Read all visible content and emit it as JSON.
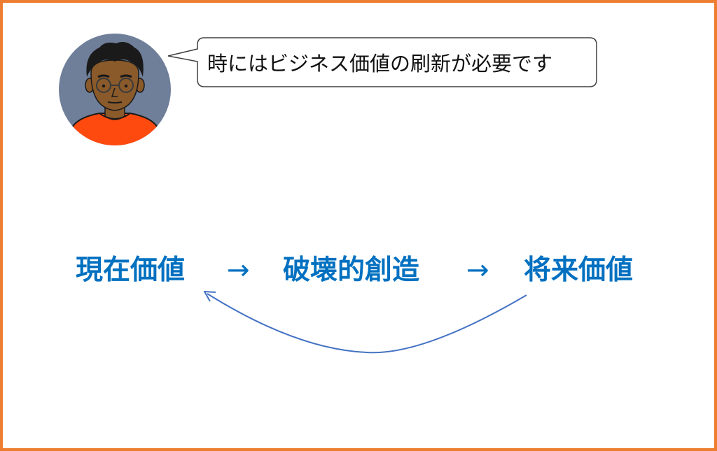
{
  "speech": {
    "text": "時にはビジネス価値の刷新が必要です"
  },
  "flow": {
    "current_value": "現在価値",
    "arrow_1": "→",
    "creative_destruction": "破壊的創造",
    "arrow_2": "→",
    "future_value": "将来価値"
  },
  "colors": {
    "frame_border": "#ED7D31",
    "flow_text": "#0070C0",
    "return_arrow": "#4472C4",
    "avatar_background": "#6F7F99",
    "shirt": "#FF4A0F"
  },
  "icons": {
    "avatar": "person-avatar-icon",
    "return_arrow": "curved-return-arrow-icon"
  }
}
